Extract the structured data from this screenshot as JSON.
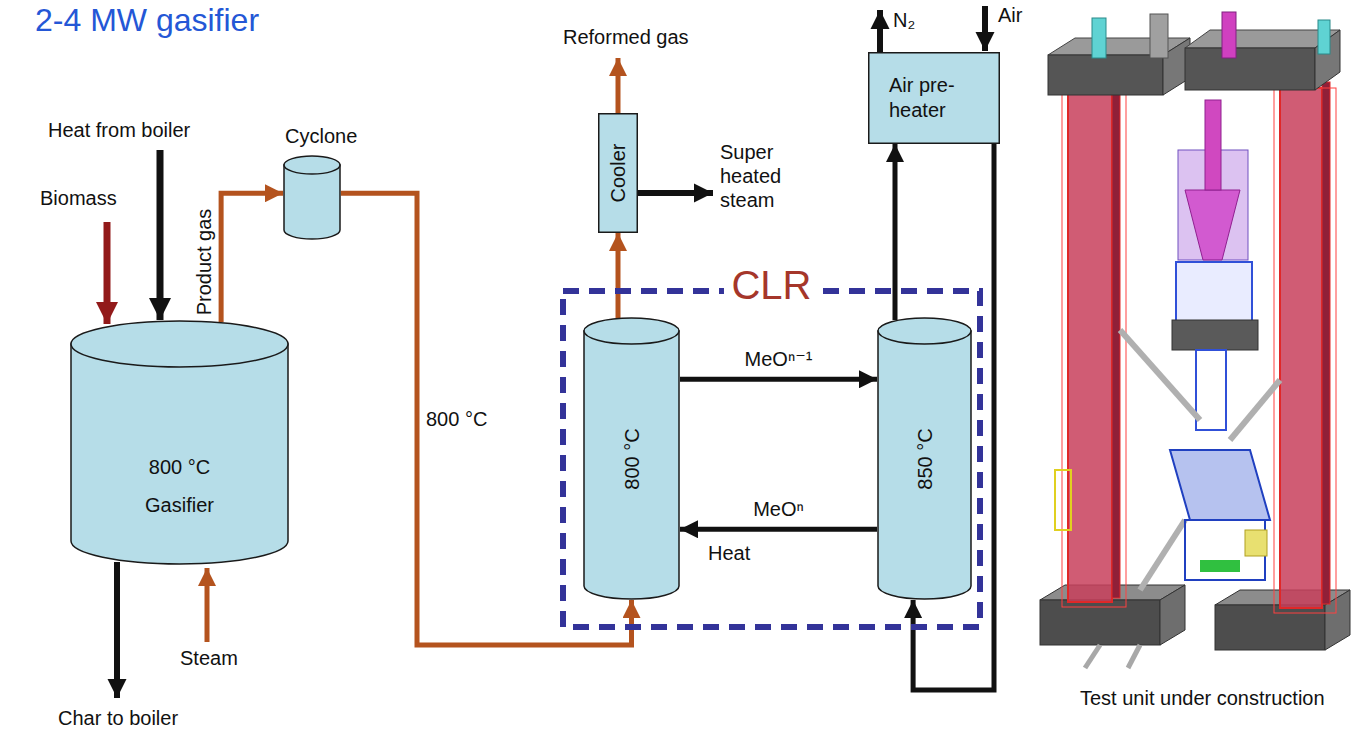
{
  "diagram": {
    "title": "2-4 MW gasifier",
    "nodes": [
      {
        "text": [
          "800 °C",
          "Gasifier"
        ]
      },
      {
        "text": [
          "Cyclone"
        ]
      },
      {
        "text": [
          "Cooler"
        ]
      },
      {
        "text": [
          "Air pre- heater"
        ]
      },
      {
        "text": [
          "CLR"
        ]
      },
      {
        "text": [
          "800 °C"
        ],
        "in": 4
      },
      {
        "text": [
          "850 °C"
        ],
        "in": 4
      }
    ],
    "edges": [
      {
        "from": 0,
        "to": 1,
        "arrow": "to",
        "label": "Product gas"
      },
      {
        "from": 1,
        "to": 5,
        "arrow": "to",
        "label": "800 °C"
      },
      {
        "from": 5,
        "to": 2,
        "arrow": "to"
      },
      {
        "from": 5,
        "to": 6,
        "arrow": "to",
        "label": "MeOⁿ⁻¹"
      },
      {
        "from": 6,
        "to": 5,
        "arrow": "to",
        "label": "MeOⁿ"
      },
      {
        "from": 6,
        "to": 3,
        "arrow": "to"
      },
      {
        "from": 3,
        "to": 6,
        "arrow": "to"
      }
    ],
    "labels": [
      "Heat from boiler",
      "Biomass",
      "Steam",
      "Char to boiler",
      "Reformed gas",
      "Super heated steam",
      "N₂",
      "Air",
      "Heat",
      "Test unit under construction"
    ]
  }
}
